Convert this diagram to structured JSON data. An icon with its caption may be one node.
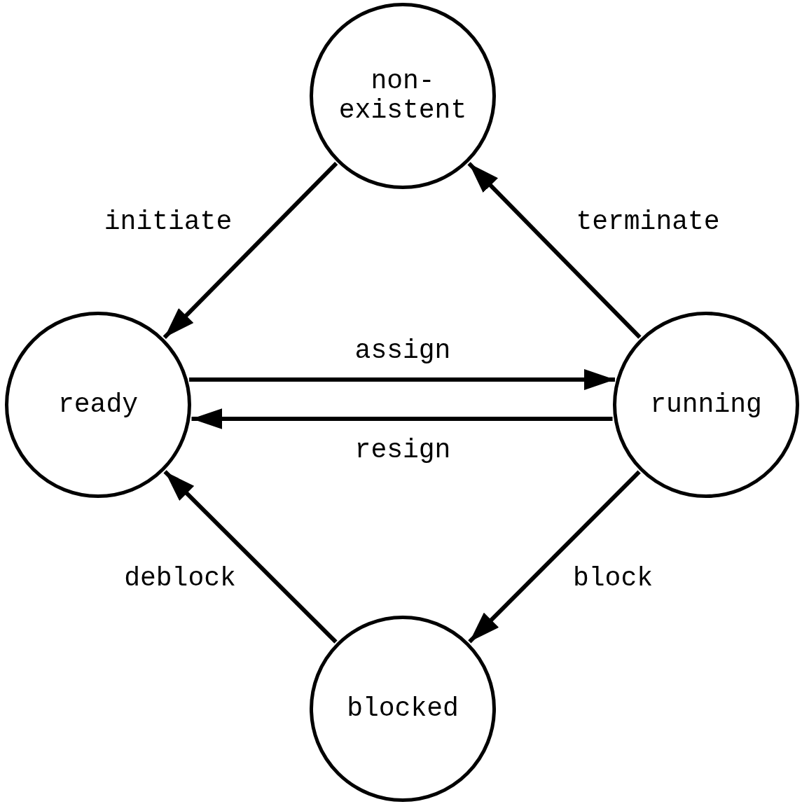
{
  "diagram": {
    "nodes": [
      {
        "text": [
          "non- existent"
        ]
      },
      {
        "text": [
          "ready"
        ]
      },
      {
        "text": [
          "running"
        ]
      },
      {
        "text": [
          "blocked"
        ]
      }
    ],
    "edges": [
      {
        "from": 0,
        "to": 1,
        "arrow": "to",
        "label": "initiate"
      },
      {
        "from": 2,
        "to": 0,
        "arrow": "to",
        "label": "terminate"
      },
      {
        "from": 1,
        "to": 2,
        "arrow": "to",
        "label": "assign"
      },
      {
        "from": 2,
        "to": 1,
        "arrow": "to",
        "label": "resign"
      },
      {
        "from": 2,
        "to": 3,
        "arrow": "to",
        "label": "block"
      },
      {
        "from": 3,
        "to": 1,
        "arrow": "to",
        "label": "deblock"
      }
    ]
  }
}
